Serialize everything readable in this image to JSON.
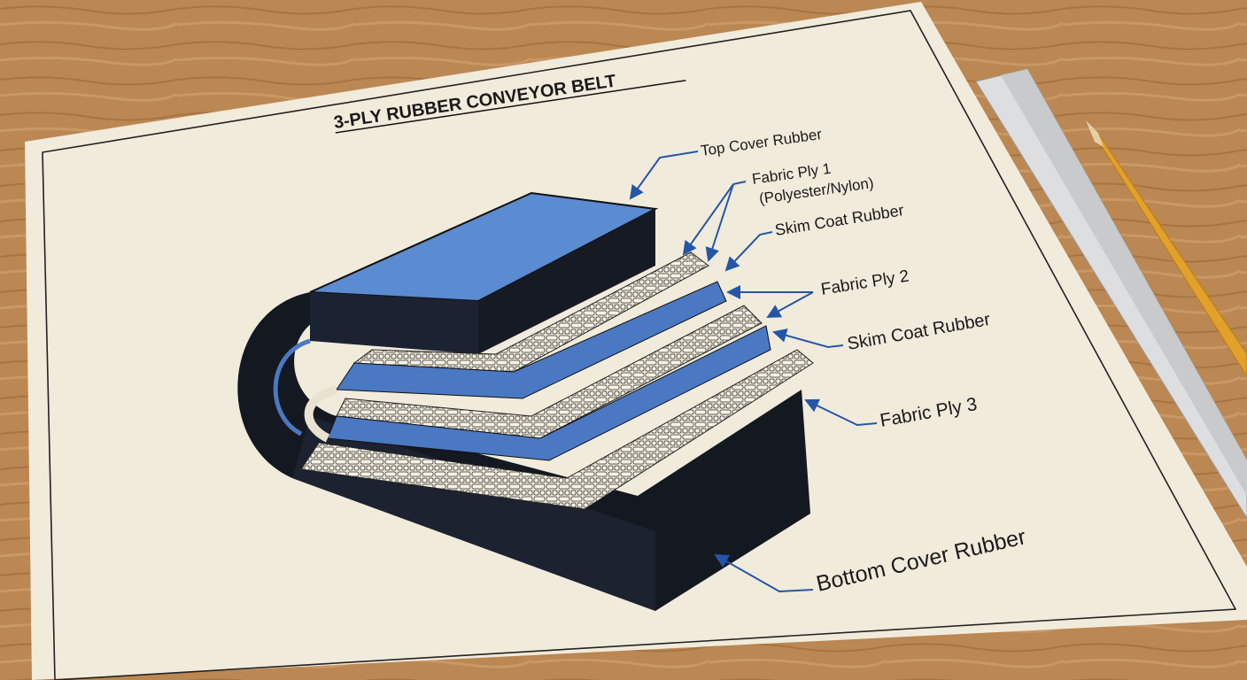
{
  "diagram": {
    "title": "3-PLY RUBBER CONVEYOR BELT",
    "labels": {
      "top_cover": "Top Cover Rubber",
      "fabric_ply_1": "Fabric Ply 1",
      "fabric_ply_1_material": "(Polyester/Nylon)",
      "skim_coat_1": "Skim Coat Rubber",
      "fabric_ply_2": "Fabric Ply 2",
      "skim_coat_2": "Skim Coat Rubber",
      "fabric_ply_3": "Fabric Ply 3",
      "bottom_cover": "Bottom Cover Rubber"
    }
  },
  "colors": {
    "desk": "#b98550",
    "paper": "#f1ebdc",
    "rubber": "#141820",
    "rubber_highlight": "#4f7fc8",
    "fabric": "#e8e2d0",
    "leader": "#2456a8",
    "ruler": "#d8dadb",
    "pencil": "#e2a12a"
  }
}
